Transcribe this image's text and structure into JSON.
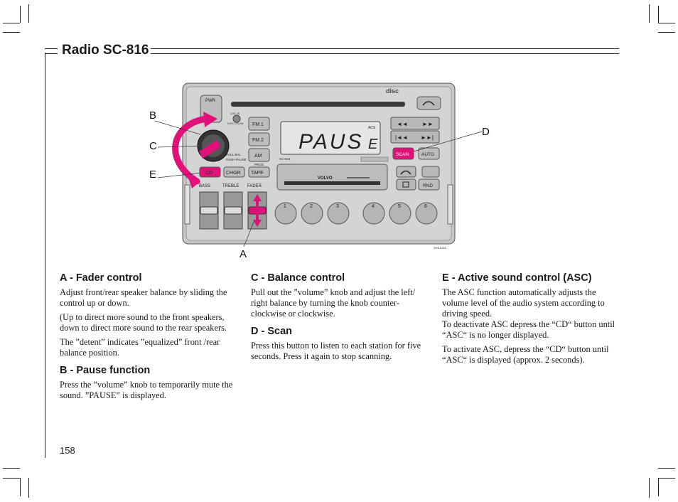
{
  "page": {
    "title": "Radio SC-816",
    "page_number": "158"
  },
  "figure": {
    "callouts": {
      "a": "A",
      "b": "B",
      "c": "C",
      "d": "D",
      "e": "E"
    },
    "radio": {
      "pwr": "PWR",
      "disc_in": "DISC IN",
      "eject": "EJECT/SCAN",
      "fm1": "FM 1",
      "fm2": "FM 2",
      "am": "AM",
      "display_text": "PAUS",
      "display_suffix": "E",
      "display_acs": "ACS",
      "model": "SC-816",
      "bal_label": "PULL BAL",
      "pause_label": "PUSH PAUSE",
      "prog_label": "PROG",
      "cd": "CD",
      "chgr": "CHGR",
      "tape": "TAPE",
      "scan": "SCAN",
      "auto": "AUTO",
      "rnd": "RND",
      "bass": "BASS",
      "treble": "TREBLE",
      "fader": "FADER",
      "brand": "VOLVO",
      "presets": [
        "1",
        "2",
        "3",
        "4",
        "5",
        "6"
      ],
      "figure_code": "3901143A"
    }
  },
  "sections": {
    "a": {
      "heading": "A - Fader control",
      "p1": "Adjust front/rear speaker balance by sliding the control up or down.",
      "p2": "(Up to direct more sound to the front speakers, down to direct more sound to the rear speakers.",
      "p3": "The ”detent” indicates ”equalized” front /rear balance position."
    },
    "b": {
      "heading": "B - Pause function",
      "p1": "Press the ”volume” knob to temporarily mute the sound. ”PAUSE” is displayed."
    },
    "c": {
      "heading": "C - Balance control",
      "p1": "Pull out the ”volume” knob and adjust the left/ right balance by turning the knob counter-clockwise or clockwise."
    },
    "d": {
      "heading": "D - Scan",
      "p1": "Press this button to listen to each station for five seconds. Press it again to stop scanning."
    },
    "e": {
      "heading": "E - Active sound control (ASC)",
      "p1": "The ASC function automatically adjusts the volume level of the audio system according to driving speed.",
      "p2": "To deactivate ASC depress the “CD“ button until “ASC“ is no longer displayed.",
      "p3": "To activate ASC, depress the “CD“ button until “ASC“ is displayed (approx. 2 seconds)."
    }
  },
  "colors": {
    "accent": "#e0127a",
    "panel": "#cfcfcf",
    "ink": "#1a1a1a"
  }
}
